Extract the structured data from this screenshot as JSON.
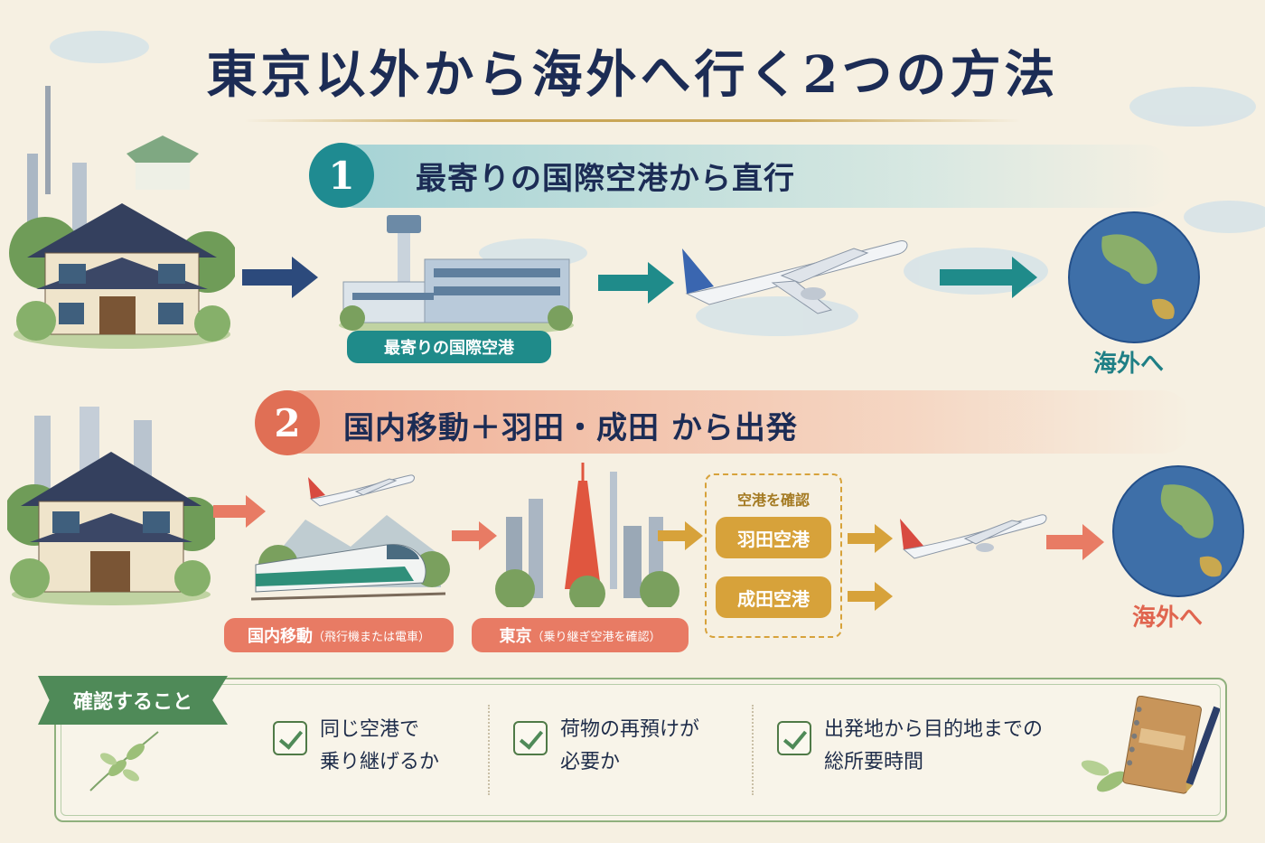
{
  "title": "東京以外から海外へ行く2つの方法",
  "route1": {
    "number": "1",
    "heading": "最寄りの国際空港から直行",
    "airport_label": "最寄りの国際空港",
    "destination": "海外へ"
  },
  "route2": {
    "number": "2",
    "heading": "国内移動＋羽田・成田 から出発",
    "domestic_label": "国内移動",
    "domestic_note": "（飛行機または電車）",
    "tokyo_label": "東京",
    "tokyo_note": "（乗り継ぎ空港を確認）",
    "confirm_title": "空港を確認",
    "airport_a": "羽田空港",
    "airport_b": "成田空港",
    "destination": "海外へ"
  },
  "checklist": {
    "title": "確認すること",
    "items": [
      {
        "line1": "同じ空港で",
        "line2": "乗り継げるか"
      },
      {
        "line1": "荷物の再預けが",
        "line2": "必要か"
      },
      {
        "line1": "出発地から目的地までの",
        "line2": "総所要時間"
      }
    ]
  },
  "colors": {
    "navy": "#1c2c55",
    "teal": "#1f8b8a",
    "coral": "#e87b64",
    "gold": "#d7a23a",
    "green": "#4f8a58"
  }
}
